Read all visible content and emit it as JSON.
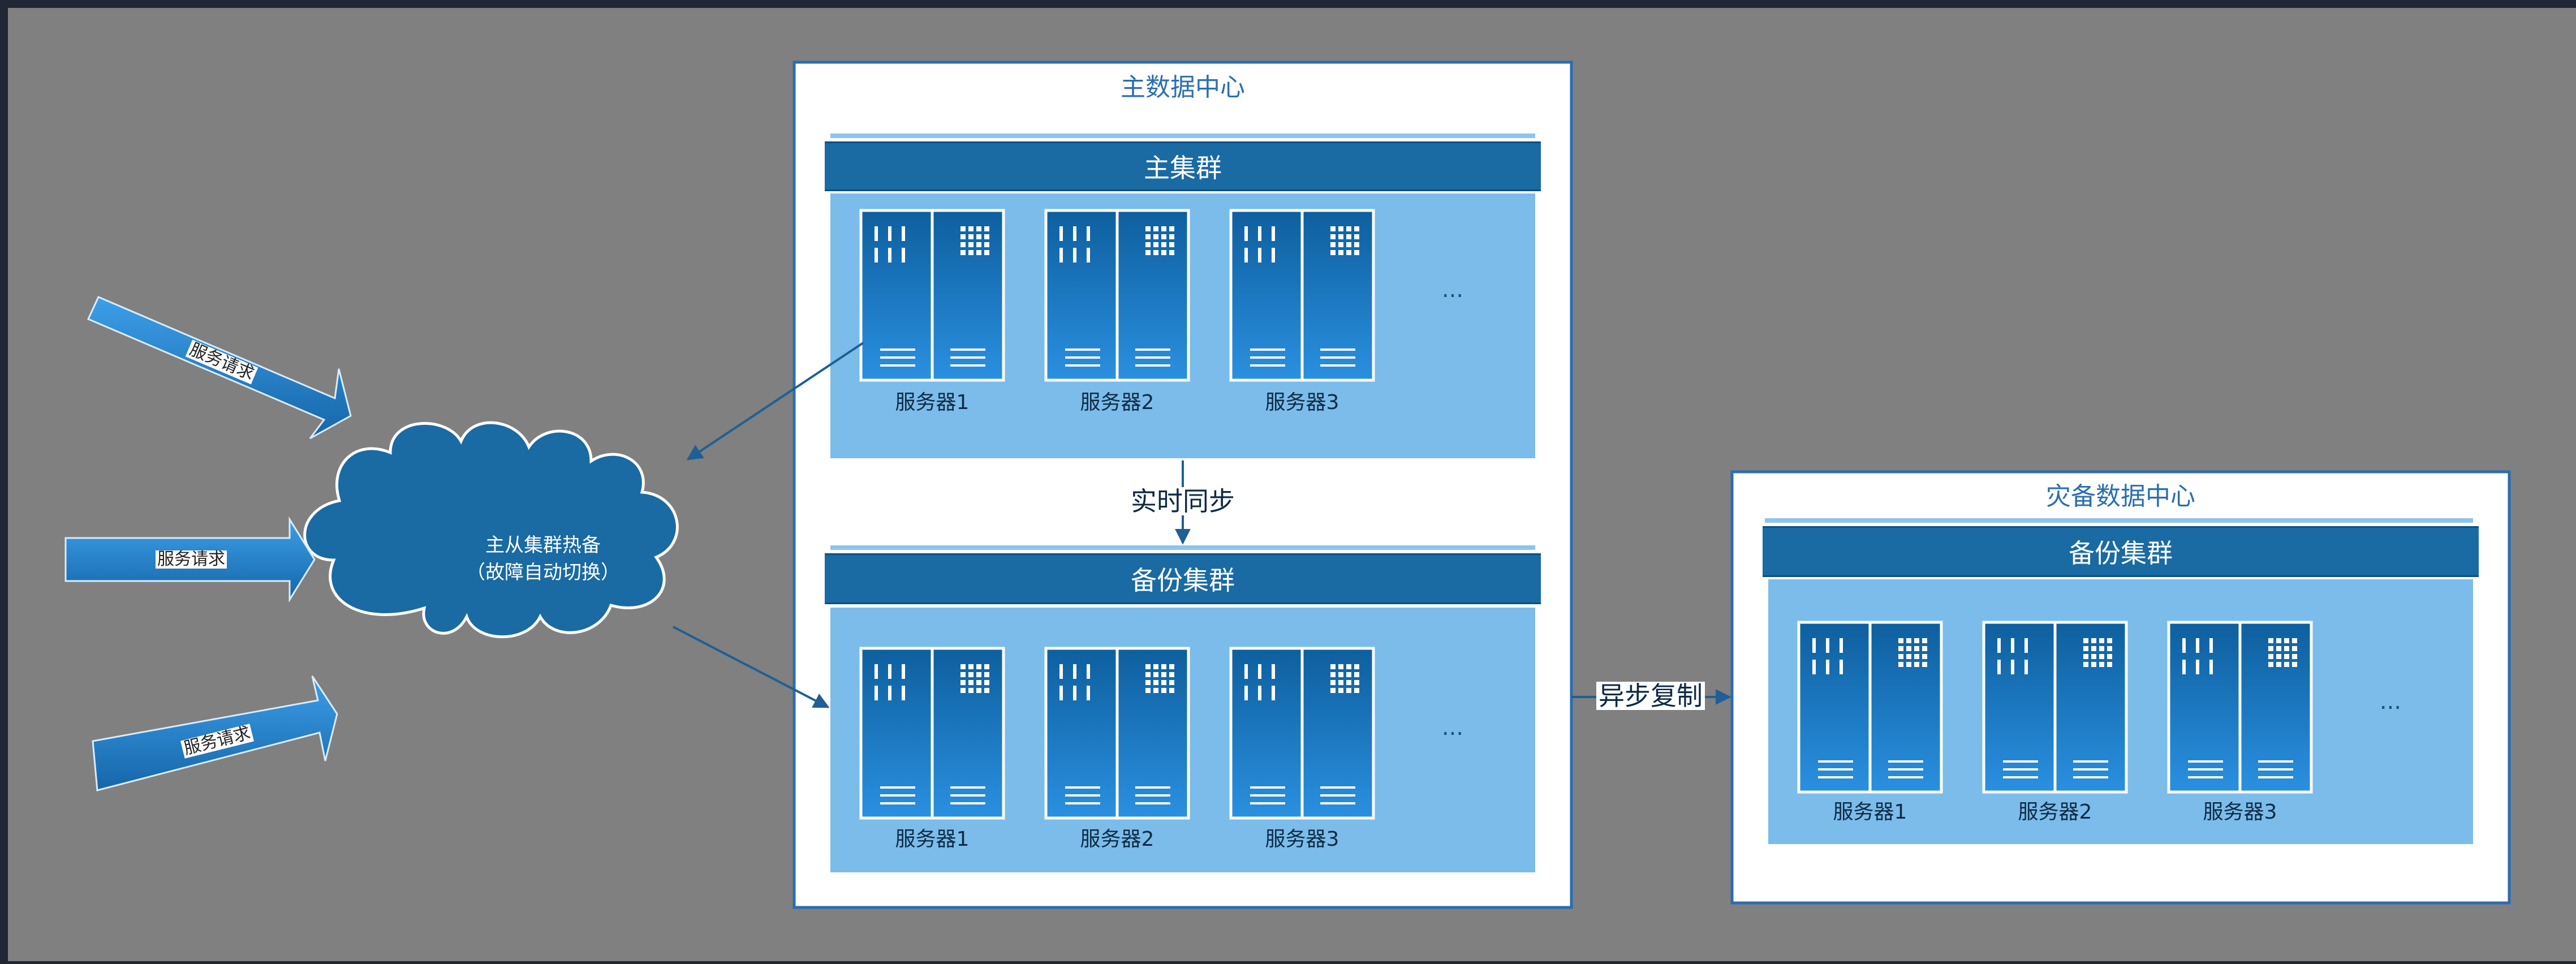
{
  "primary_dc": {
    "title": "主数据中心",
    "main_cluster": {
      "label": "主集群",
      "servers": [
        "服务器1",
        "服务器2",
        "服务器3"
      ],
      "more": "..."
    },
    "backup_cluster": {
      "label": "备份集群",
      "servers": [
        "服务器1",
        "服务器2",
        "服务器3"
      ],
      "more": "..."
    }
  },
  "dr_dc": {
    "title": "灾备数据中心",
    "cluster": {
      "label": "备份集群",
      "servers": [
        "服务器1",
        "服务器2",
        "服务器3"
      ],
      "more": "..."
    }
  },
  "cloud": {
    "line1": "主从集群热备",
    "line2": "（故障自动切换）"
  },
  "requests": [
    "服务请求",
    "服务请求",
    "服务请求"
  ],
  "edges": {
    "realtime_sync": "实时同步",
    "async_replication": "异步复制"
  },
  "colors": {
    "canvas": "#808080",
    "frame": "#232634",
    "cluster_fill": "#7bbcea",
    "bar": "#1a6aa3",
    "server": "#1b7ccd",
    "cloud": "#1a6aa3",
    "border": "#2a6db0"
  }
}
